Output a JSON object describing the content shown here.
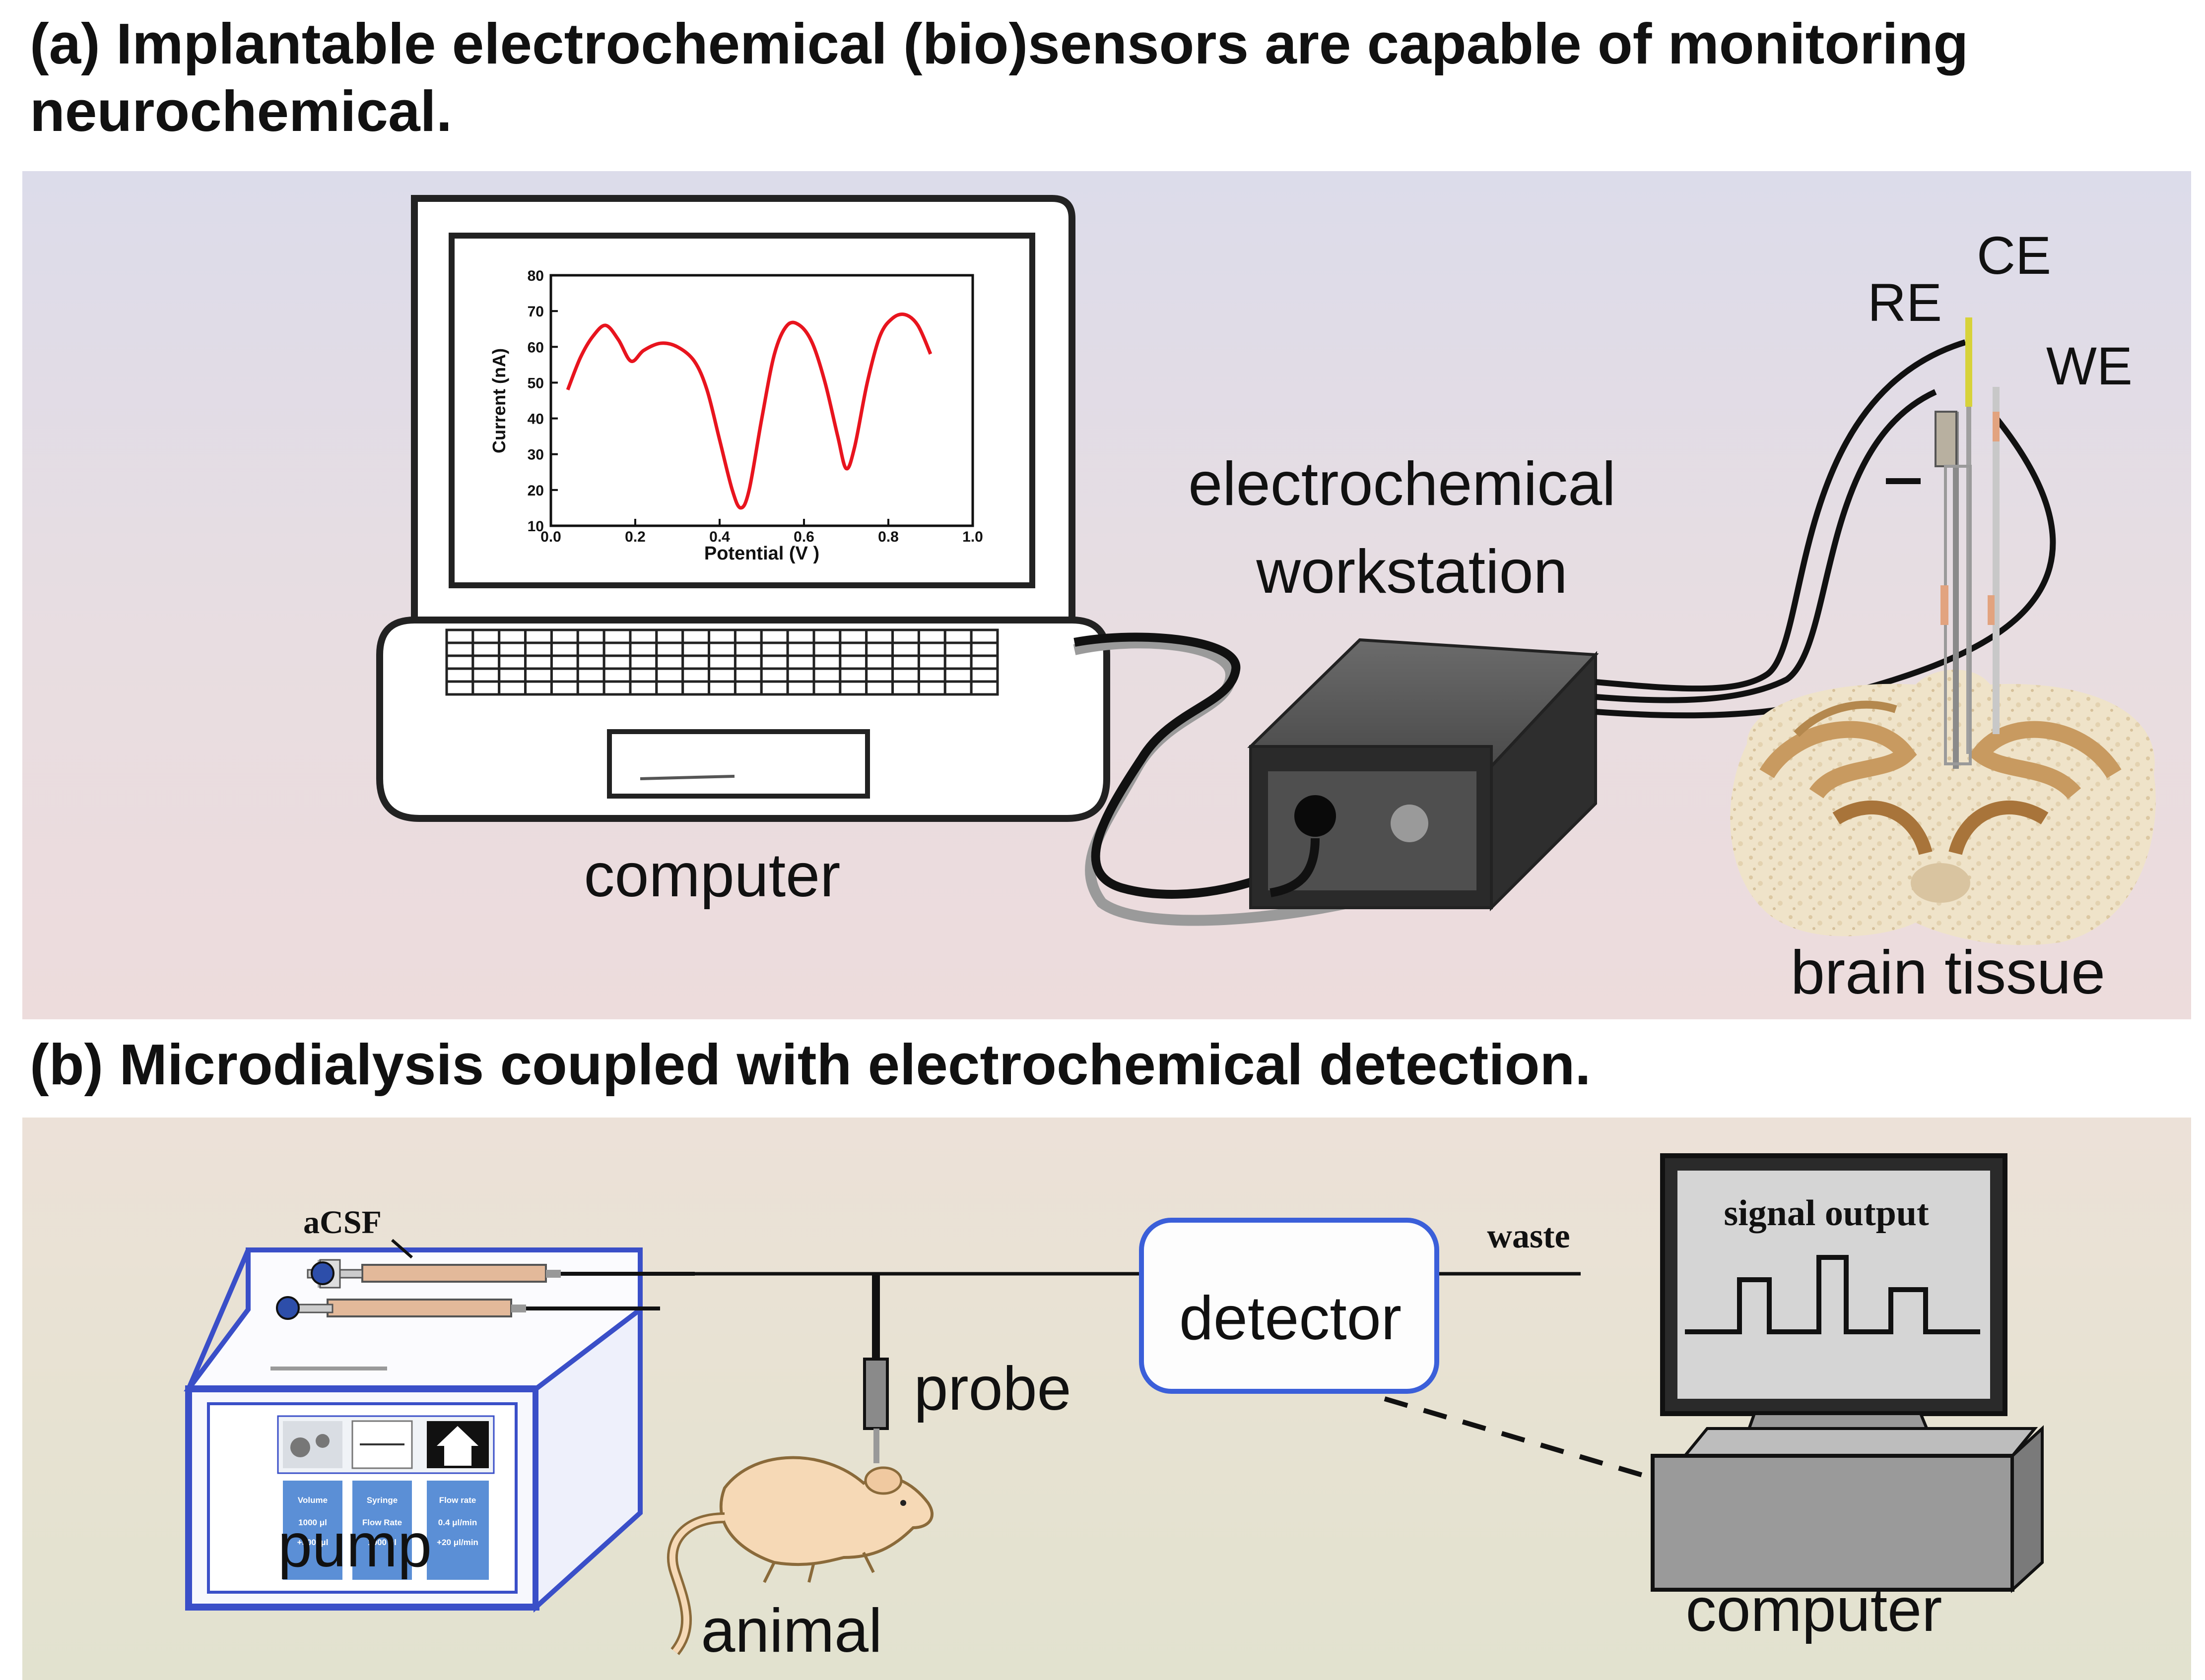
{
  "panel_a": {
    "heading": "(a) Implantable electrochemical (bio)sensors are capable of monitoring neurochemical.",
    "labels": {
      "computer": "computer",
      "workstation_line1": "electrochemical",
      "workstation_line2": "workstation",
      "brain": "brain tissue",
      "re": "RE",
      "ce": "CE",
      "we": "WE"
    },
    "chart_data": {
      "type": "line",
      "xlabel": "Potential (V )",
      "ylabel": "Current (nA)",
      "xlim": [
        0.0,
        1.0
      ],
      "ylim": [
        10,
        80
      ],
      "xticks": [
        "0.0",
        "0.2",
        "0.4",
        "0.6",
        "0.8",
        "1.0"
      ],
      "yticks": [
        "10",
        "20",
        "30",
        "40",
        "50",
        "60",
        "70",
        "80"
      ],
      "series": [
        {
          "color": "#e8141e",
          "x": [
            0.04,
            0.07,
            0.1,
            0.13,
            0.16,
            0.19,
            0.22,
            0.26,
            0.3,
            0.34,
            0.37,
            0.4,
            0.43,
            0.45,
            0.47,
            0.5,
            0.53,
            0.56,
            0.59,
            0.62,
            0.65,
            0.68,
            0.7,
            0.72,
            0.75,
            0.78,
            0.81,
            0.84,
            0.87,
            0.9
          ],
          "y": [
            48,
            57,
            63,
            66,
            62,
            56,
            59,
            61,
            60,
            56,
            48,
            34,
            20,
            15,
            20,
            40,
            58,
            66,
            66,
            61,
            50,
            35,
            26,
            32,
            50,
            63,
            68,
            69,
            66,
            58
          ]
        }
      ]
    }
  },
  "panel_b": {
    "heading": "(b) Microdialysis coupled with electrochemical detection.",
    "labels": {
      "acsf": "aCSF",
      "pump": "pump",
      "probe": "probe",
      "animal": "animal",
      "detector": "detector",
      "waste": "waste",
      "signal_output": "signal output",
      "computer": "computer"
    },
    "pump_screen": {
      "col1_lines": [
        "Volume",
        "1000 μl",
        "+5000μl"
      ],
      "col2_lines": [
        "Syringe",
        "Flow Rate",
        "1000 ul"
      ],
      "col3_lines": [
        "Flow rate",
        "0.4 μl/min",
        "+20 μl/min"
      ]
    }
  },
  "colors": {
    "curve": "#e8141e",
    "cable": "#111111",
    "cable_gray": "#9a9a9a",
    "pump_frame": "#3a4fc8",
    "detector_frame": "#3b5fd9"
  }
}
